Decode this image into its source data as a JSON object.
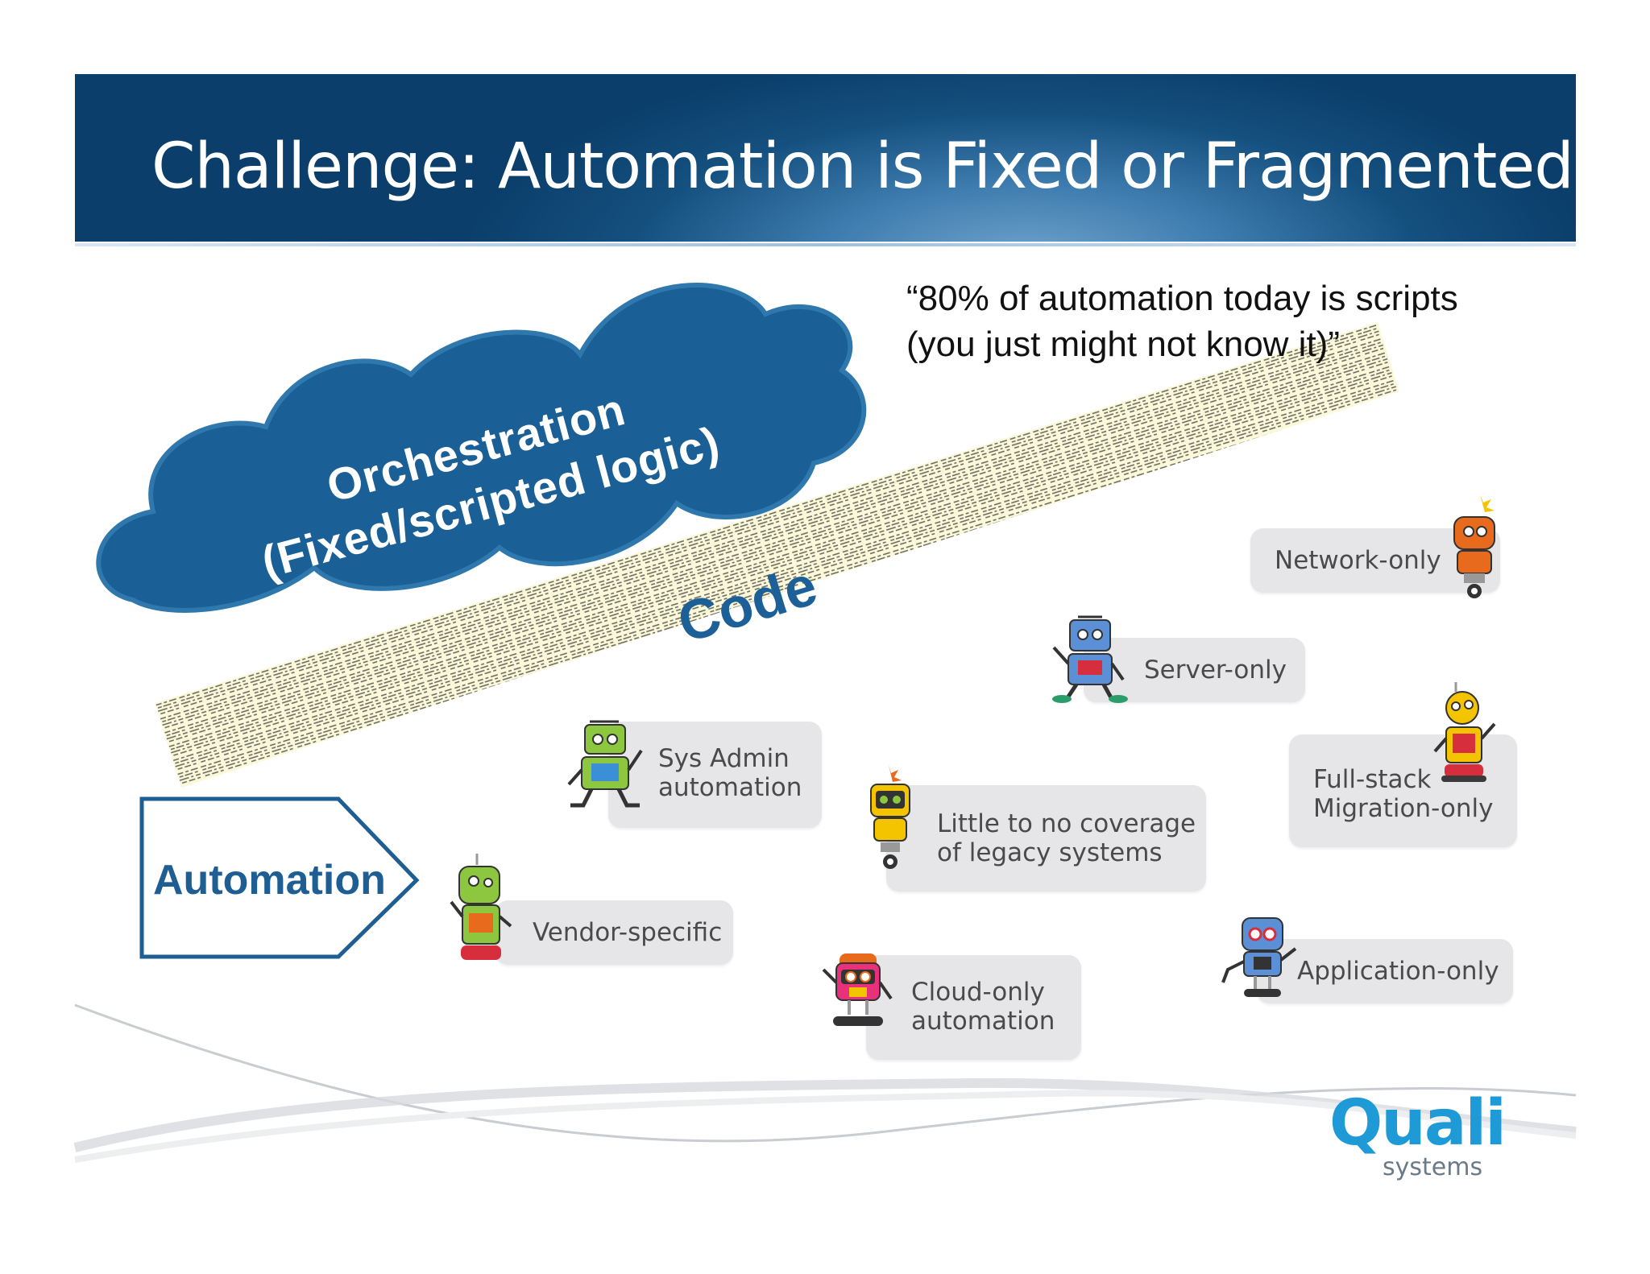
{
  "slide": {
    "title": "Challenge:  Automation is Fixed or Fragmented",
    "quote_line1": "“80% of automation today is scripts",
    "quote_line2": "(you just might not know it)”"
  },
  "cloud": {
    "line1": "Orchestration",
    "line2": "(Fixed/scripted logic)"
  },
  "code_banner": {
    "label": "Code"
  },
  "automation_arrow": {
    "label": "Automation"
  },
  "categories": {
    "network": "Network-only",
    "server": "Server-only",
    "sysadmin_line1": "Sys Admin",
    "sysadmin_line2": "automation",
    "fullstack_line1": "Full-stack",
    "fullstack_line2": "Migration-only",
    "legacy_line1": "Little to no coverage",
    "legacy_line2": "of legacy systems",
    "vendor": "Vendor-specific",
    "application": "Application-only",
    "cloud_line1": "Cloud-only",
    "cloud_line2": "automation"
  },
  "logo": {
    "name": "Quali",
    "sub": "systems"
  },
  "colors": {
    "header_dark": "#0b3e6a",
    "cloud_blue": "#1a5f95",
    "brand_blue": "#1e9ad6",
    "pill_gray": "#e6e6e8",
    "code_banner": "#fbf9d8"
  }
}
